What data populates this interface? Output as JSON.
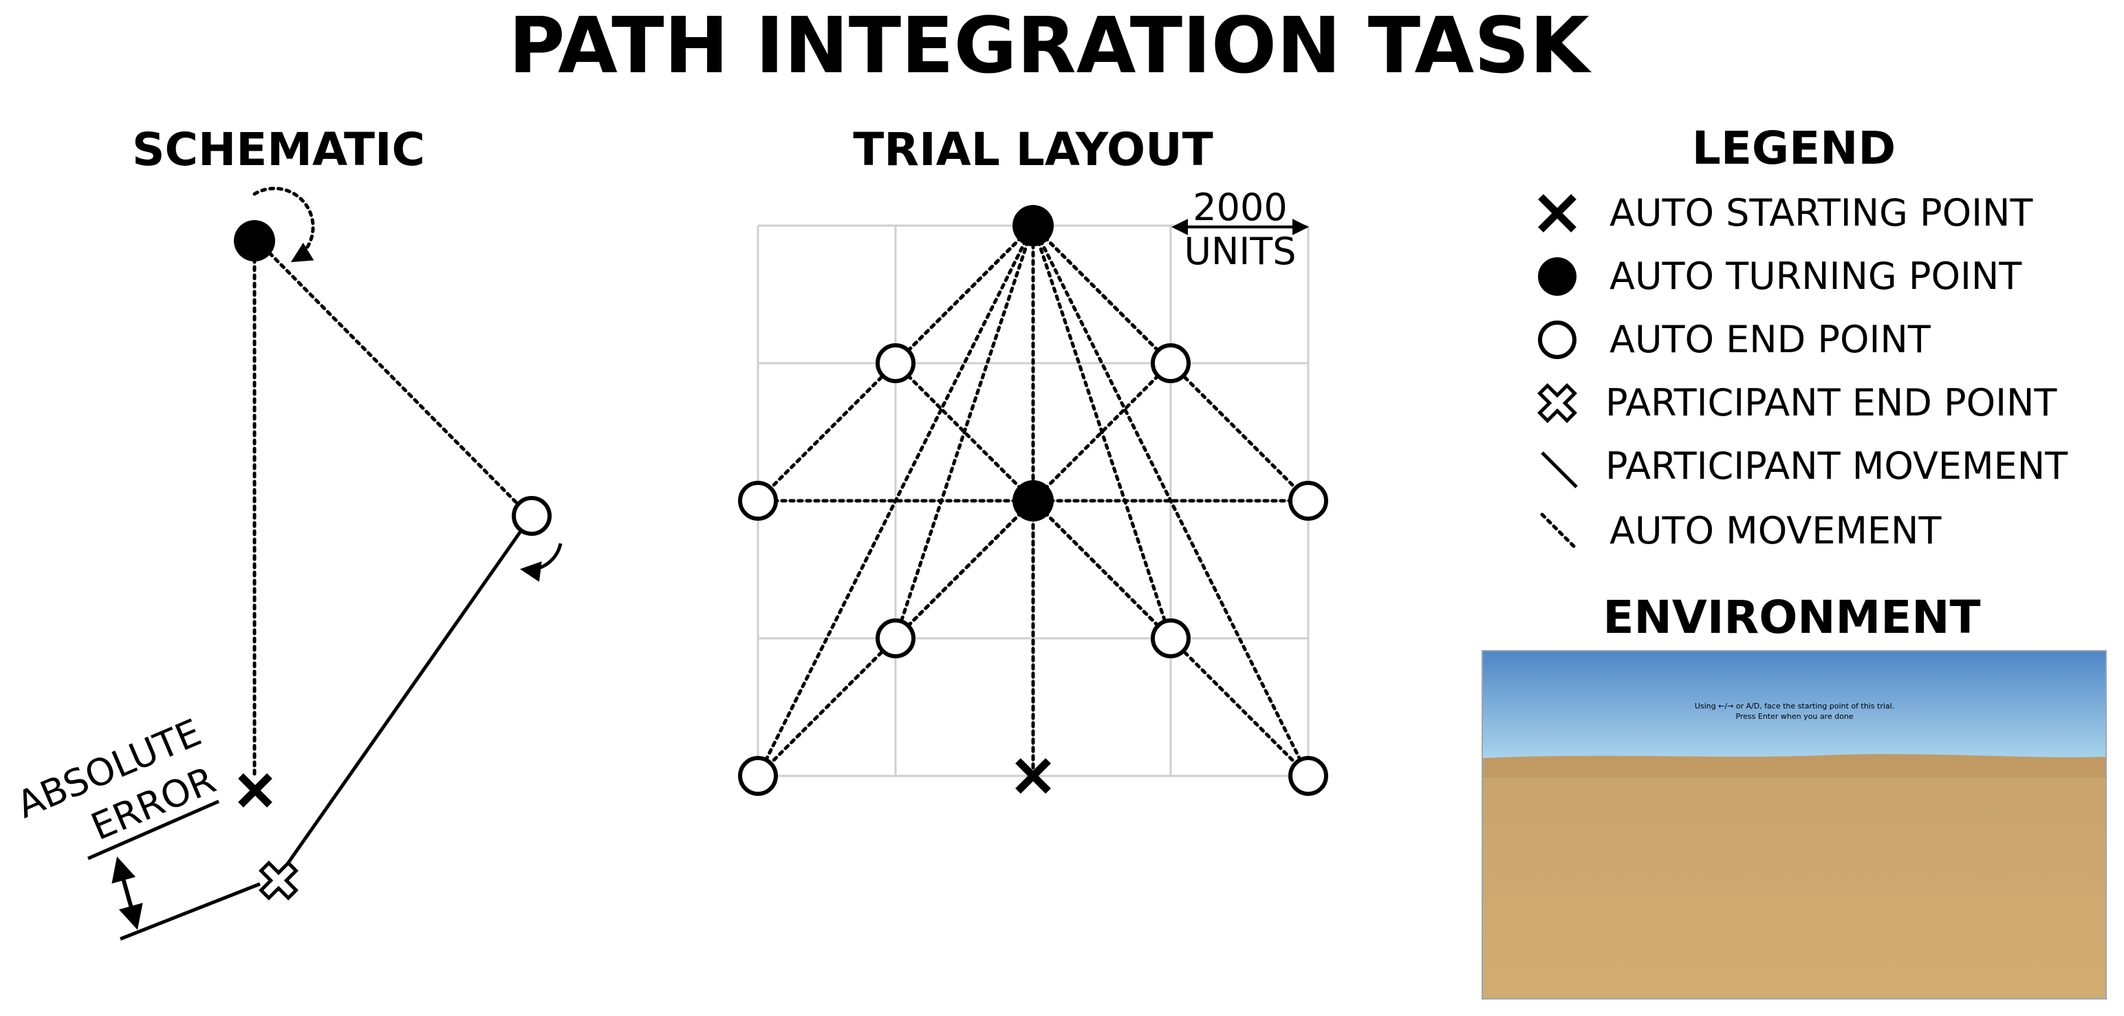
{
  "title": "PATH INTEGRATION TASK",
  "schematic": {
    "title": "SCHEMATIC",
    "error_label_line1": "ABSOLUTE",
    "error_label_line2": "ERROR"
  },
  "trial_layout": {
    "title": "TRIAL LAYOUT",
    "scale_value": "2000",
    "scale_unit": "UNITS",
    "grid_spacing_units": 2000,
    "grid_cells": [
      4,
      4
    ],
    "turning_points": [
      [
        0,
        4
      ],
      [
        0,
        2
      ]
    ],
    "end_points": [
      [
        -1,
        3
      ],
      [
        1,
        3
      ],
      [
        -2,
        2
      ],
      [
        2,
        2
      ],
      [
        -1,
        1
      ],
      [
        1,
        1
      ],
      [
        -2,
        0
      ],
      [
        2,
        0
      ]
    ],
    "start_point": [
      0,
      0
    ]
  },
  "legend": {
    "title": "LEGEND",
    "items": [
      {
        "icon": "x-mark-icon",
        "label": "AUTO STARTING POINT"
      },
      {
        "icon": "filled-circle-icon",
        "label": "AUTO TURNING POINT"
      },
      {
        "icon": "open-circle-icon",
        "label": "AUTO END POINT"
      },
      {
        "icon": "outlined-cross-icon",
        "label": "PARTICIPANT END POINT"
      },
      {
        "icon": "solid-line-icon",
        "label": "PARTICIPANT MOVEMENT"
      },
      {
        "icon": "dotted-line-icon",
        "label": "AUTO MOVEMENT"
      }
    ]
  },
  "environment": {
    "title": "ENVIRONMENT",
    "instruction_line1": "Using ←/→ or A/D, face the starting point of this trial.",
    "instruction_line2": "Press Enter when you are done",
    "colors": {
      "sky_top": "#4e86c6",
      "sky_horizon": "#a9d3ec",
      "sand_far": "#c9a56e",
      "sand_near": "#d1ac72"
    }
  }
}
